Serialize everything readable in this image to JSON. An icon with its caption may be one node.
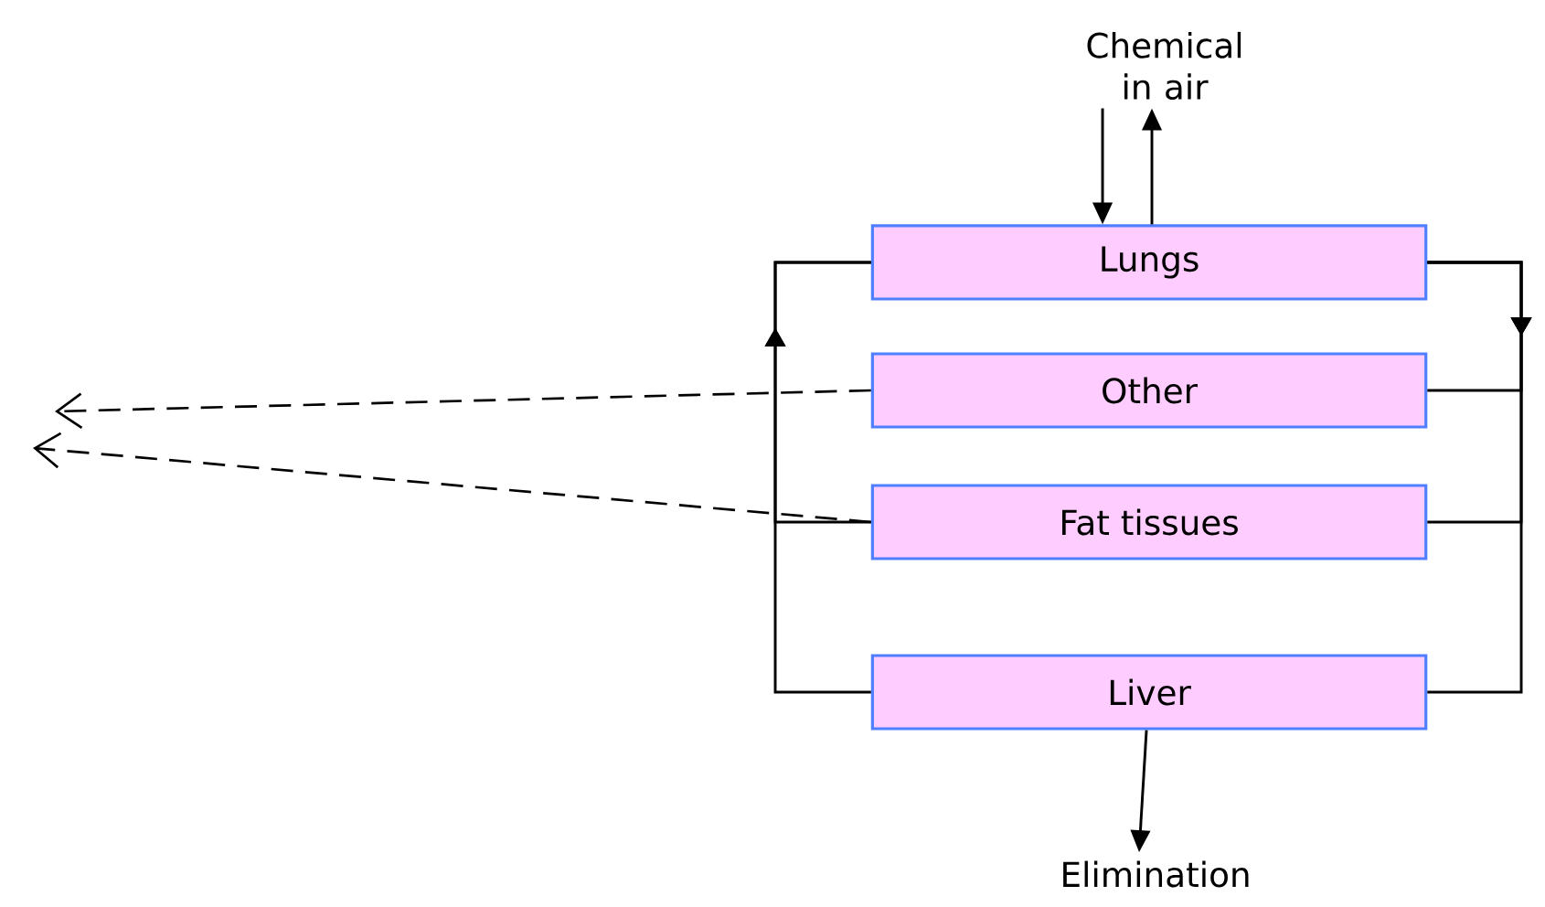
{
  "diagram": {
    "nodes": [
      {
        "text": [
          "Chemical in air"
        ]
      },
      {
        "text": [
          "Lungs"
        ]
      },
      {
        "text": [
          "Other"
        ]
      },
      {
        "text": [
          "Fat tissues"
        ]
      },
      {
        "text": [
          "Liver"
        ]
      },
      {
        "text": [
          "Elimination"
        ]
      }
    ],
    "edges": [
      {
        "from": 0,
        "to": 1,
        "arrow": "to"
      },
      {
        "from": 1,
        "to": 0,
        "arrow": "to"
      },
      {
        "from": 2,
        "to": null,
        "arrow": "to",
        "style": "dashed"
      },
      {
        "from": 3,
        "to": null,
        "arrow": "to",
        "style": "dashed"
      },
      {
        "from": 4,
        "to": 5,
        "arrow": "to"
      },
      {
        "from": 1,
        "to": 2,
        "arrow": "to"
      },
      {
        "from": 1,
        "to": 3,
        "arrow": "to"
      },
      {
        "from": 1,
        "to": 4,
        "arrow": "to"
      },
      {
        "from": 3,
        "to": 1,
        "arrow": "to"
      },
      {
        "from": 4,
        "to": 1,
        "arrow": "to"
      }
    ]
  }
}
